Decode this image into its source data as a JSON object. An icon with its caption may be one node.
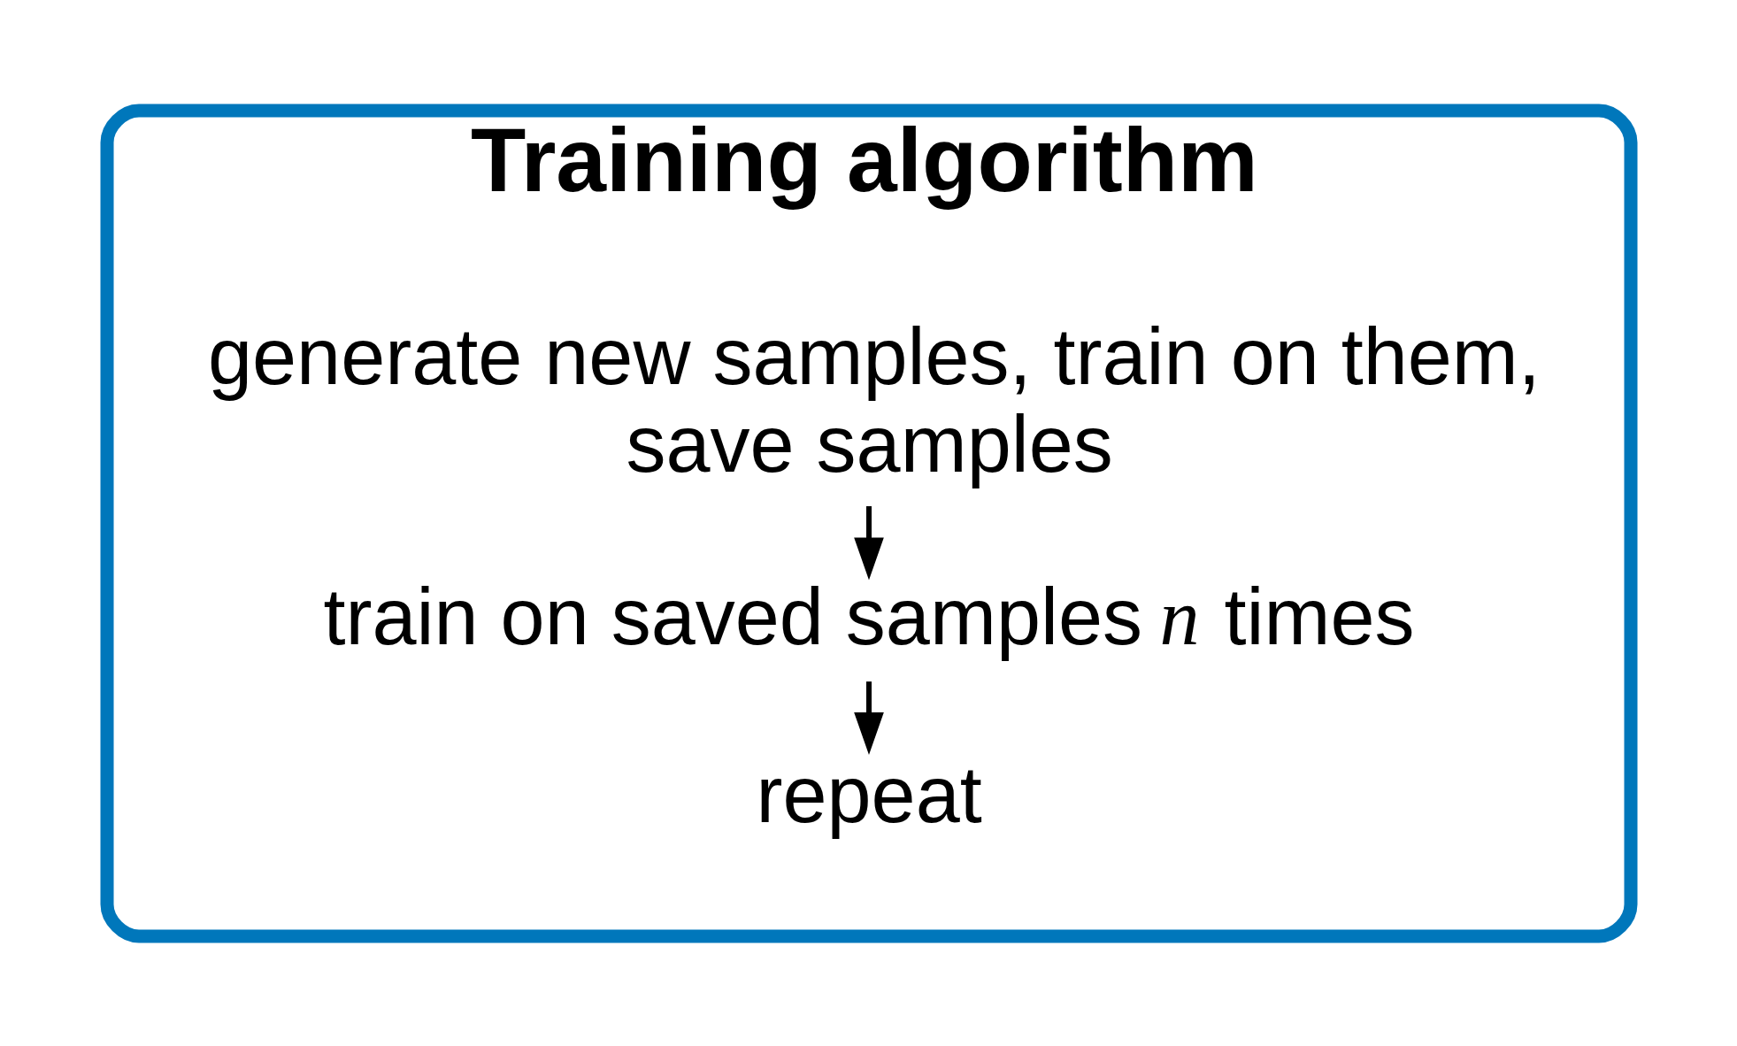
{
  "diagram": {
    "nodes": [
      {
        "text": [
          "Training algorithm"
        ]
      },
      {
        "text": [
          "generate new samples, train on them, save samples"
        ],
        "in": 0
      },
      {
        "text": [
          "train on saved samples *n* times"
        ],
        "in": 0
      },
      {
        "text": [
          "repeat"
        ],
        "in": 0
      }
    ],
    "edges": [
      {
        "from": 1,
        "to": 2,
        "arrow": "to"
      },
      {
        "from": 2,
        "to": 3,
        "arrow": "to"
      }
    ]
  }
}
